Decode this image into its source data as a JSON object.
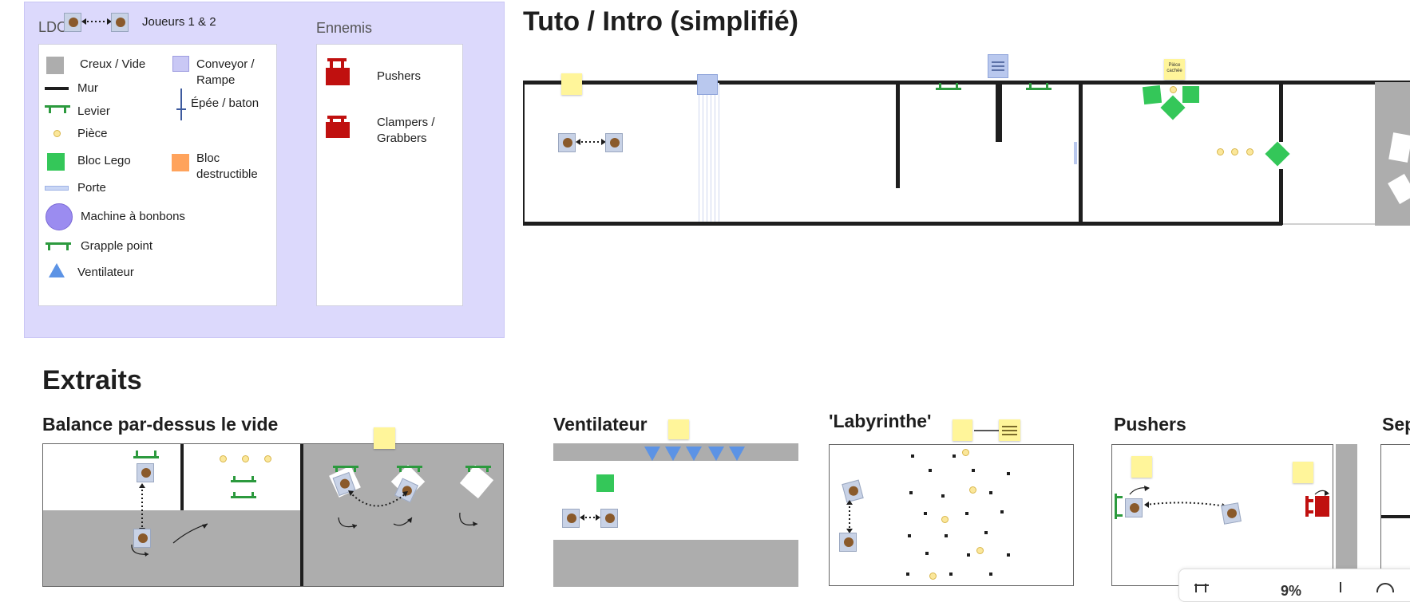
{
  "legend": {
    "ldo_label": "LDO",
    "players_label": "Joueurs 1 & 2",
    "enemies_title": "Ennemis",
    "items": {
      "hole": "Creux / Vide",
      "wall": "Mur",
      "lever": "Levier",
      "coin": "Pièce",
      "lego": "Bloc Lego",
      "door": "Porte",
      "candy": "Machine à bonbons",
      "grapple": "Grapple point",
      "fan": "Ventilateur",
      "conveyor": "Conveyor / Rampe",
      "sword": "Épée / baton",
      "destructible": "Bloc destructible"
    },
    "enemies": {
      "pushers": "Pushers",
      "clampers": "Clampers / Grabbers"
    }
  },
  "tuto": {
    "title": "Tuto / Intro (simplifié)",
    "sticky_hidden": "Pièce cachée"
  },
  "extraits": {
    "title": "Extraits",
    "balance": "Balance par-dessus le vide",
    "ventilateur": "Ventilateur",
    "labyrinthe": "'Labyrinthe'",
    "pushers": "Pushers",
    "sep": "Sep"
  },
  "colors": {
    "legend_bg": "#dcd9fc",
    "lego": "#34c759",
    "grey": "#adadad",
    "enemy": "#c0100f",
    "fan": "#5c93e5",
    "door": "#c9d6f5",
    "destructible": "#ffa35c",
    "candy": "#9b8cf0",
    "sticky": "#fff59a"
  },
  "toolbar": {
    "zoom": "9%"
  }
}
